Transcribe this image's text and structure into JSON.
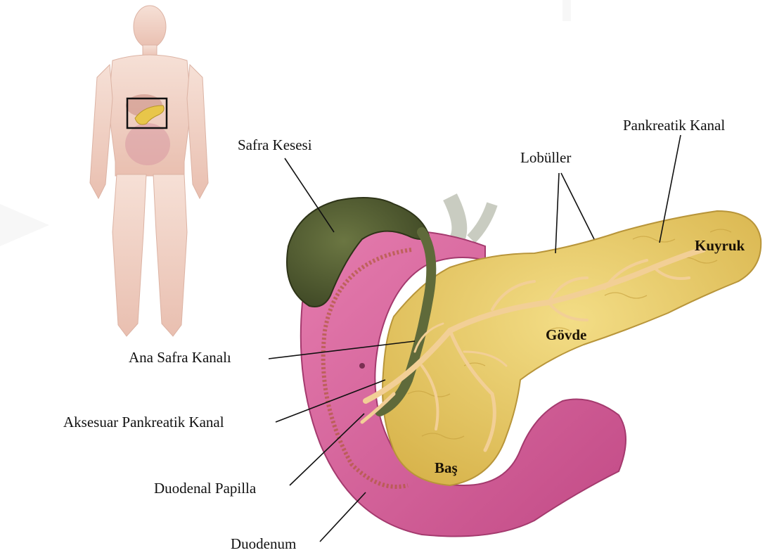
{
  "labels": {
    "gallbladder": "Safra Kesesi",
    "lobules": "Lobüller",
    "pancreatic_duct": "Pankreatik Kanal",
    "common_bile_duct": "Ana Safra Kanalı",
    "accessory_duct": "Aksesuar Pankreatik Kanal",
    "papilla": "Duodenal Papilla",
    "duodenum": "Duodenum"
  },
  "regions": {
    "tail": "Kuyruk",
    "body": "Gövde",
    "head": "Baş"
  },
  "colors": {
    "pancreas": "#e9cf6c",
    "duct": "#f2cf96",
    "duodenum": "#d9629a",
    "gallbladder": "#4f5a30",
    "bile_duct": "#5f6a3a"
  }
}
